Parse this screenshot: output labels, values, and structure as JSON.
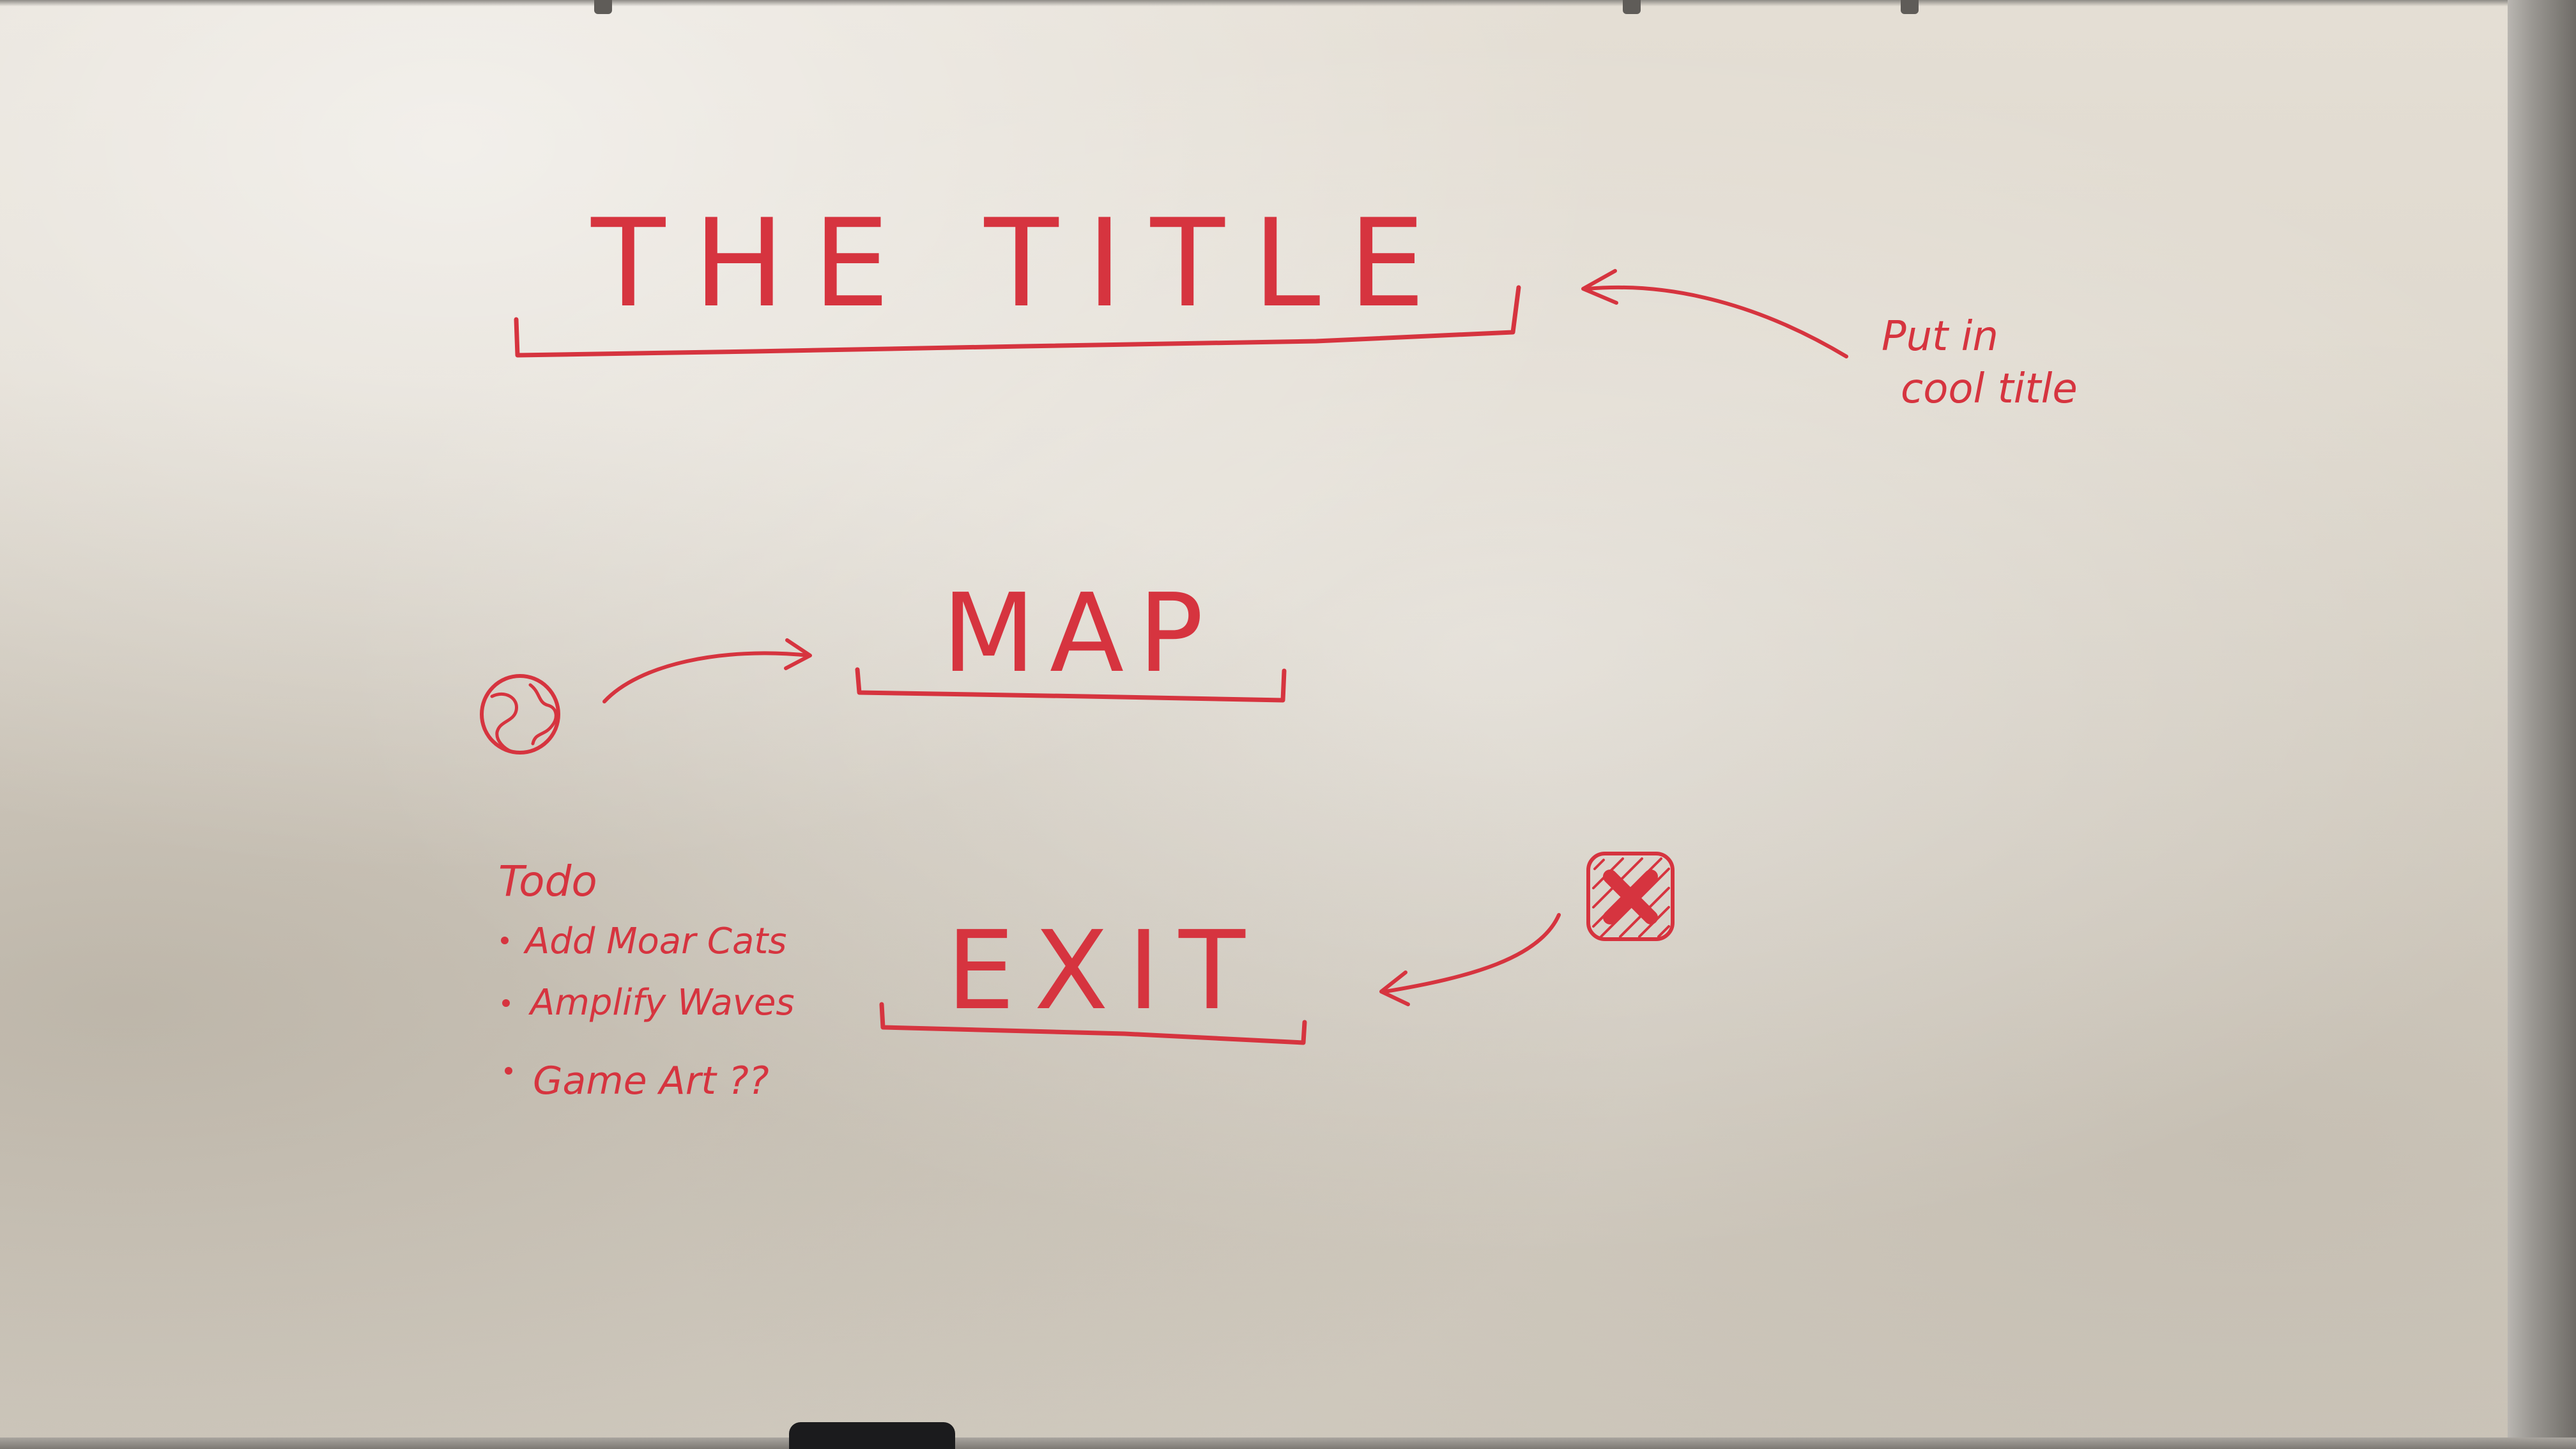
{
  "whiteboard": {
    "ink_color": "#d6343f",
    "surface_color": "#dfd9cf",
    "title": {
      "text": "THE TITLE"
    },
    "title_note": {
      "line1": "Put in",
      "line2": "cool title"
    },
    "map_button": {
      "label": "MAP",
      "icon": "globe-icon"
    },
    "exit_button": {
      "label": "EXIT",
      "icon": "close-x-icon"
    },
    "todo": {
      "heading": "Todo",
      "items": [
        "Add Moar Cats",
        "Amplify Waves",
        "Game Art ??"
      ]
    }
  }
}
